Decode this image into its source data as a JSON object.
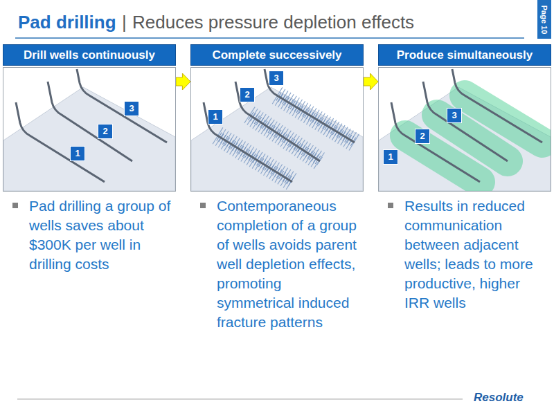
{
  "diagram": {
    "title": "Pad drilling",
    "nodes": [
      {
        "text": [
          "Drill wells continuously"
        ]
      },
      {
        "text": [
          "Complete successively"
        ]
      },
      {
        "text": [
          "Produce simultaneously"
        ]
      }
    ],
    "edges": [
      {
        "from": 0,
        "to": 1,
        "arrow": "to"
      },
      {
        "from": 1,
        "to": 2,
        "arrow": "to"
      }
    ],
    "labels": [
      "|",
      "Reduces pressure depletion effects",
      "Page 10",
      "1",
      "2",
      "3",
      "1",
      "2",
      "3",
      "1",
      "2",
      "3",
      "Pad drilling a group of wells saves about $300K per well in drilling costs",
      "Contemporaneous completion of a group of wells avoids parent well depletion effects, promoting symmetrical induced fracture patterns",
      "Results in reduced communication between adjacent wells; leads to more productive, higher IRR wells",
      "Resolute"
    ]
  }
}
